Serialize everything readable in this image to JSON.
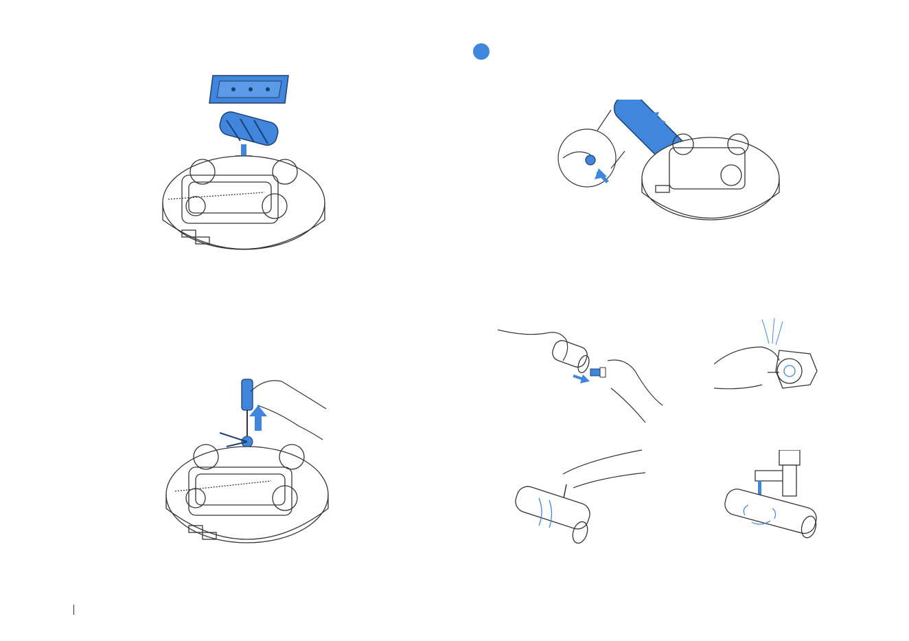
{
  "page": {
    "step_indicator_color": "#3f86dc",
    "accent_color": "#3f86dc",
    "line_color": "#333333"
  },
  "illustrations": [
    {
      "id": "install-roller-brush",
      "icon": "robot-brush-install-illustration"
    },
    {
      "id": "remove-roller-brush",
      "icon": "robot-brush-remove-illustration"
    },
    {
      "id": "remove-side-brush",
      "icon": "screwdriver-side-brush-illustration"
    },
    {
      "id": "pull-brush-cap",
      "icon": "hands-pull-cap-illustration"
    },
    {
      "id": "clean-cap-hair",
      "icon": "hand-clean-cap-illustration"
    },
    {
      "id": "cut-tangled-hair",
      "icon": "blade-cut-hair-illustration"
    },
    {
      "id": "rinse-roller-tap",
      "icon": "faucet-rinse-roller-illustration"
    }
  ]
}
